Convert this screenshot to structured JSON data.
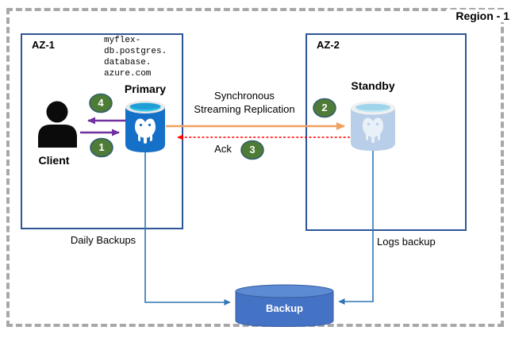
{
  "region": {
    "label": "Region - 1"
  },
  "zones": [
    {
      "label": "AZ-1"
    },
    {
      "label": "AZ-2"
    }
  ],
  "nodes": {
    "client": {
      "label": "Client"
    },
    "primary": {
      "label": "Primary",
      "hostname": "myflex-\ndb.postgres.\ndatabase.\nazure.com"
    },
    "standby": {
      "label": "Standby"
    },
    "backup": {
      "label": "Backup"
    }
  },
  "flows": {
    "replication": {
      "label": "Synchronous\nStreaming Replication"
    },
    "ack": {
      "label": "Ack"
    },
    "daily_backups": {
      "label": "Daily Backups"
    },
    "logs_backup": {
      "label": "Logs backup"
    }
  },
  "steps": [
    {
      "number": "1"
    },
    {
      "number": "2"
    },
    {
      "number": "3"
    },
    {
      "number": "4"
    }
  ],
  "colors": {
    "region_border": "#a8a8a8",
    "az_border": "#2e5597",
    "client_arrow": "#7030a0",
    "replication_arrow": "#f0a05c",
    "ack_arrow": "#ff0000",
    "backup_line": "#2e75b6",
    "step_badge_fill": "#4e7b35",
    "step_badge_ring": "#2f5c6e",
    "primary_db": "#1570c8",
    "standby_db": "#b9cfe9",
    "backup_cylinder": "#4472c4"
  }
}
